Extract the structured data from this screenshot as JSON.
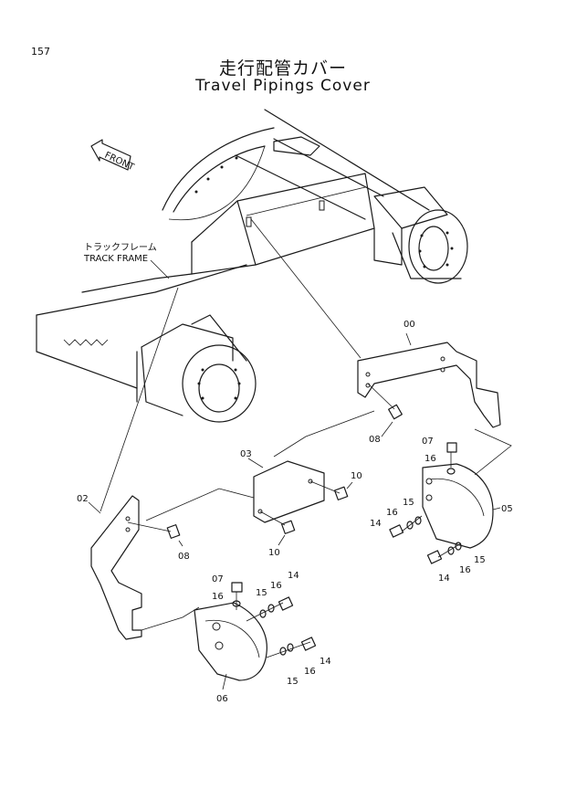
{
  "page_number": "157",
  "title": {
    "japanese": "走行配管カバー",
    "english": "Travel Pipings Cover"
  },
  "annotations": {
    "front_arrow": "FRONT",
    "track_frame_jp": "トラックフレーム",
    "track_frame_en": "TRACK FRAME"
  },
  "part_labels": {
    "p00": "00",
    "p02": "02",
    "p03": "03",
    "p05": "05",
    "p06": "06",
    "p07_a": "07",
    "p07_b": "07",
    "p08_a": "08",
    "p08_b": "08",
    "p10_a": "10",
    "p10_b": "10",
    "p14_a": "14",
    "p14_b": "14",
    "p14_c": "14",
    "p14_d": "14",
    "p15_a": "15",
    "p15_b": "15",
    "p15_c": "15",
    "p15_d": "15",
    "p16_a": "16",
    "p16_b": "16",
    "p16_c": "16",
    "p16_d": "16",
    "p16_e": "16",
    "p16_f": "16"
  }
}
